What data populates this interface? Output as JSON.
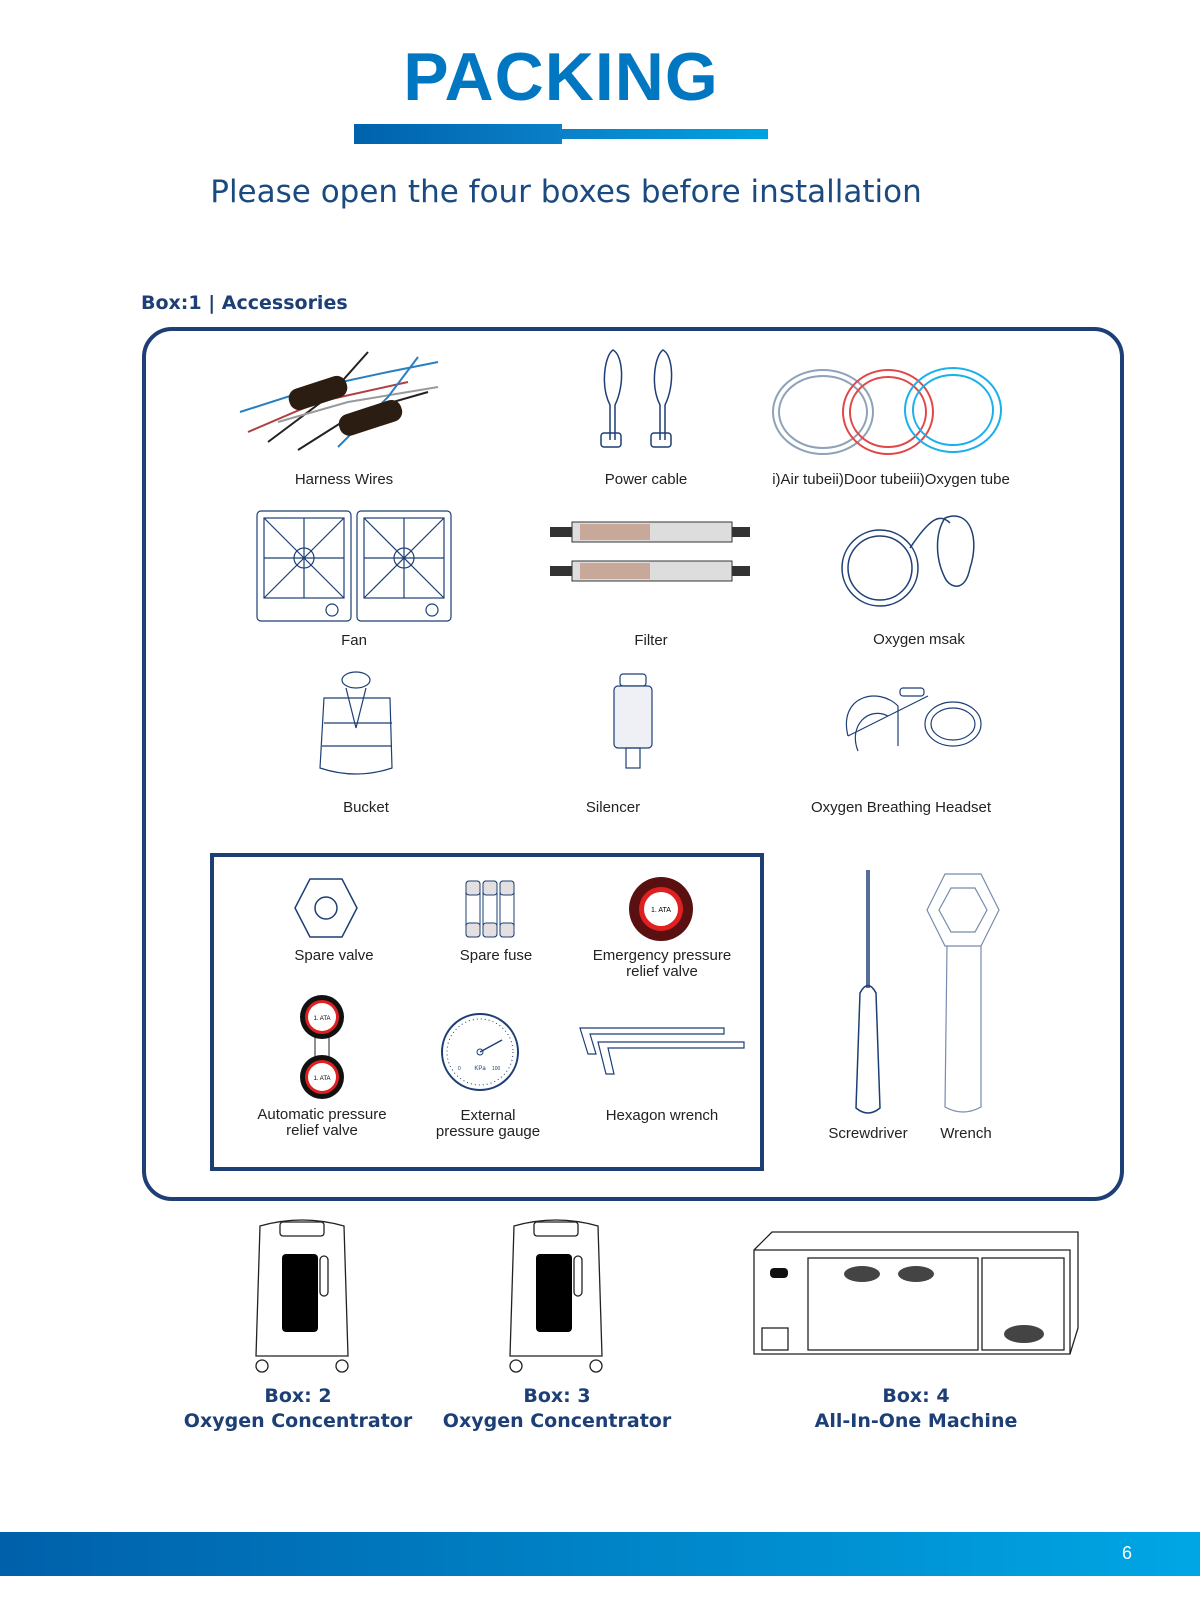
{
  "header": {
    "title": "PACKING",
    "subtitle": "Please open the four boxes before installation"
  },
  "box1": {
    "heading": "Box:1 | Accessories",
    "items": [
      {
        "label": "Harness Wires",
        "icon": "harness-wires-icon"
      },
      {
        "label": "Power cable",
        "icon": "power-cable-icon"
      },
      {
        "label": "i)Air tubeii)Door tubeiii)Oxygen tube",
        "icon": "tubes-icon"
      },
      {
        "label": "Fan",
        "icon": "fan-icon"
      },
      {
        "label": "Filter",
        "icon": "filter-icon"
      },
      {
        "label": "Oxygen msak",
        "icon": "oxygen-mask-icon"
      },
      {
        "label": "Bucket",
        "icon": "bucket-icon"
      },
      {
        "label": "Silencer",
        "icon": "silencer-icon"
      },
      {
        "label": "Oxygen Breathing Headset",
        "icon": "headset-icon"
      }
    ],
    "inner_items": [
      {
        "label": "Spare valve"
      },
      {
        "label": "Spare fuse"
      },
      {
        "label_1": "Emergency pressure",
        "label_2": "relief valve",
        "badge": "1. ATA"
      },
      {
        "label_1": "Automatic pressure",
        "label_2": "relief valve",
        "badge": "1. ATA"
      },
      {
        "label_1": "External",
        "label_2": "pressure gauge",
        "unit": "KPa",
        "min": "0",
        "max": "100"
      },
      {
        "label": "Hexagon wrench"
      }
    ],
    "tools": [
      {
        "label": "Screwdriver"
      },
      {
        "label": "Wrench"
      }
    ]
  },
  "boxes": [
    {
      "number": "Box: 2",
      "name": "Oxygen Concentrator"
    },
    {
      "number": "Box: 3",
      "name": "Oxygen Concentrator"
    },
    {
      "number": "Box: 4",
      "name": "All-In-One Machine"
    }
  ],
  "colors": {
    "title": "#0077c0",
    "navy": "#1d3f75",
    "footer_start": "#0060aa",
    "footer_end": "#00a6e4",
    "valve_red": "#e02020"
  },
  "footer": {
    "page_number": "6"
  }
}
